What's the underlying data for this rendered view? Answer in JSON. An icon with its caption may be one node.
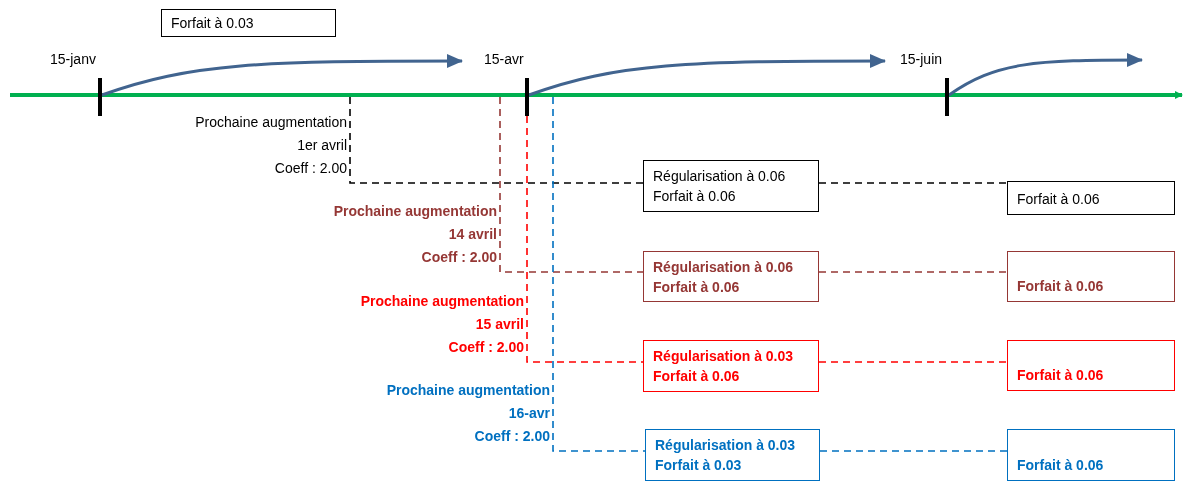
{
  "diagram": {
    "nodes": [
      {
        "text": [
          "Forfait à 0.03"
        ]
      },
      {
        "text": [],
        "shape": "bar",
        "beside": [
          "15-janv"
        ]
      },
      {
        "text": [],
        "shape": "bar",
        "beside": [
          "15-avr"
        ]
      },
      {
        "text": [],
        "shape": "bar",
        "beside": [
          "15-juin"
        ]
      },
      {
        "text": [
          "Régularisation à 0.06",
          "Forfait à 0.06"
        ]
      },
      {
        "text": [
          "Forfait à 0.06"
        ]
      },
      {
        "text": [
          "Régularisation à 0.06",
          "Forfait à 0.06"
        ]
      },
      {
        "text": [
          "Forfait à 0.06"
        ]
      },
      {
        "text": [
          "Régularisation à 0.03",
          "Forfait à 0.06"
        ]
      },
      {
        "text": [
          "Forfait à 0.06"
        ]
      },
      {
        "text": [
          "Régularisation à 0.03",
          "Forfait à 0.03"
        ]
      },
      {
        "text": [
          "Forfait à 0.06"
        ]
      }
    ],
    "edges": [
      {
        "from": 1,
        "to": 2,
        "arrow": "to",
        "color": "#41648f"
      },
      {
        "from": 2,
        "to": 3,
        "arrow": "to",
        "color": "#41648f"
      },
      {
        "from": 3,
        "to": null,
        "arrow": "to",
        "color": "#41648f"
      },
      {
        "from": null,
        "to": 4,
        "arrow": "none",
        "style": "dashed",
        "color": "#000000"
      },
      {
        "from": 4,
        "to": 5,
        "arrow": "none",
        "style": "dashed",
        "color": "#000000"
      },
      {
        "from": null,
        "to": 6,
        "arrow": "none",
        "style": "dashed",
        "color": "#953735"
      },
      {
        "from": 6,
        "to": 7,
        "arrow": "none",
        "style": "dashed",
        "color": "#953735"
      },
      {
        "from": 2,
        "to": 8,
        "arrow": "none",
        "style": "dashed",
        "color": "#ff0000"
      },
      {
        "from": 8,
        "to": 9,
        "arrow": "none",
        "style": "dashed",
        "color": "#ff0000"
      },
      {
        "from": null,
        "to": 10,
        "arrow": "none",
        "style": "dashed",
        "color": "#0070c0"
      },
      {
        "from": 10,
        "to": 11,
        "arrow": "none",
        "style": "dashed",
        "color": "#0070c0"
      }
    ],
    "labels": [
      "Prochaine augmentation",
      "1er avril",
      "Coeff : 2.00",
      "Prochaine augmentation",
      "14 avril",
      "Coeff : 2.00",
      "Prochaine augmentation",
      "15 avril",
      "Coeff : 2.00",
      "Prochaine augmentation",
      "16-avr",
      "Coeff : 2.00"
    ]
  }
}
